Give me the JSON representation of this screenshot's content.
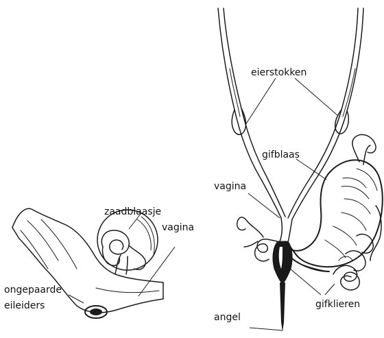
{
  "labels": {
    "zaadblaasje": "zaadblaasje",
    "vagina_left": "vagina",
    "ongepaarde": "ongepaarde",
    "eileiders": "eileiders",
    "eierstokken": "eierstokken",
    "gifblaas": "gifblaas",
    "vagina_right": "vagina",
    "angel": "angel",
    "gifklieren": "gifklieren"
  },
  "colors": {
    "ink": "#1a1a1a",
    "shade": "#bdbdbd",
    "background": "#ffffff"
  }
}
